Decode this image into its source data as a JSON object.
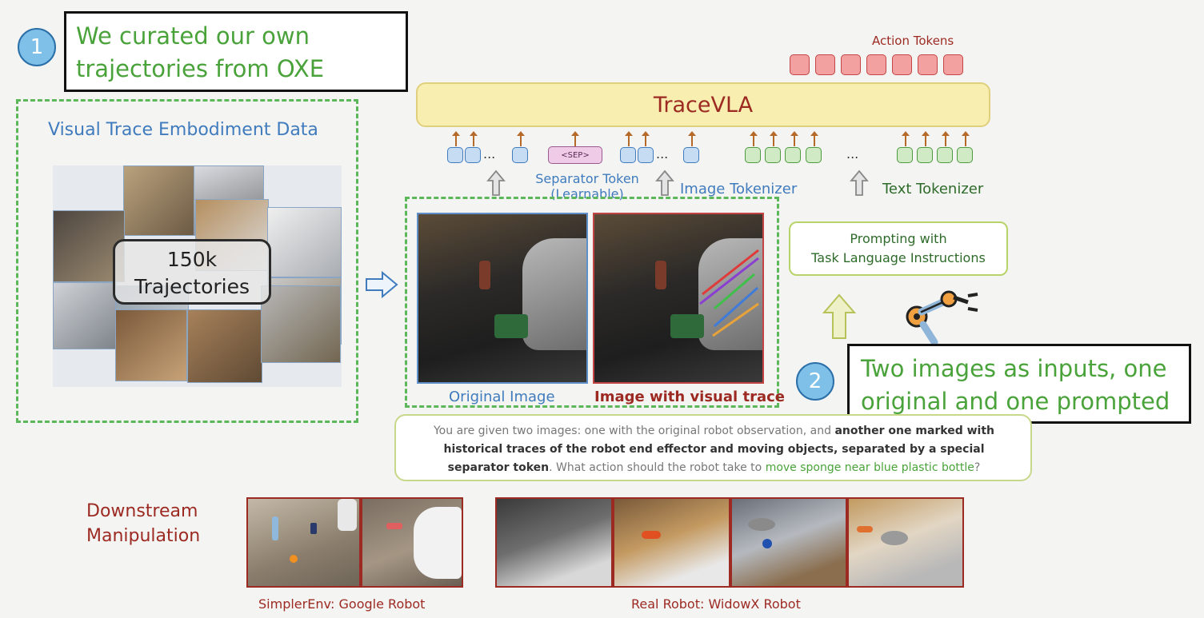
{
  "callout1": {
    "number": "1",
    "text_line1": "We curated our own",
    "text_line2": "trajectories from OXE"
  },
  "callout2": {
    "number": "2",
    "text_line1": "Two images as inputs, one",
    "text_line2": "original and one prompted"
  },
  "left_panel": {
    "title": "Visual Trace Embodiment Data",
    "badge_line1": "150k",
    "badge_line2": "Trajectories"
  },
  "model": {
    "name": "TraceVLA",
    "action_tokens_label": "Action Tokens",
    "sep_token": "<SEP>",
    "ellipsis": "..."
  },
  "labels": {
    "separator_line1": "Separator Token",
    "separator_line2": "(Learnable)",
    "image_tokenizer": "Image Tokenizer",
    "text_tokenizer": "Text Tokenizer",
    "original_image": "Original Image",
    "image_with_trace": "Image with visual trace"
  },
  "prompting_box": {
    "line1": "Prompting with",
    "line2": "Task Language Instructions"
  },
  "prompt": {
    "part1": "You are given two images: one with the original robot observation, and ",
    "bold1": "another one marked with historical traces of the robot end effector and moving objects, separated by a special separator token",
    "part2": ". What action should the robot take to ",
    "green": "move sponge near blue plastic bottle",
    "part3": "?"
  },
  "downstream": {
    "title_line1": "Downstream",
    "title_line2": "Manipulation",
    "simpler_label": "SimplerEnv: Google Robot",
    "real_label": "Real Robot: WidowX Robot"
  },
  "colors": {
    "accent_green": "#4aa33a",
    "blue_label": "#3f7bbd",
    "dark_red": "#9c2a22",
    "model_fill": "#f8eeaf"
  }
}
